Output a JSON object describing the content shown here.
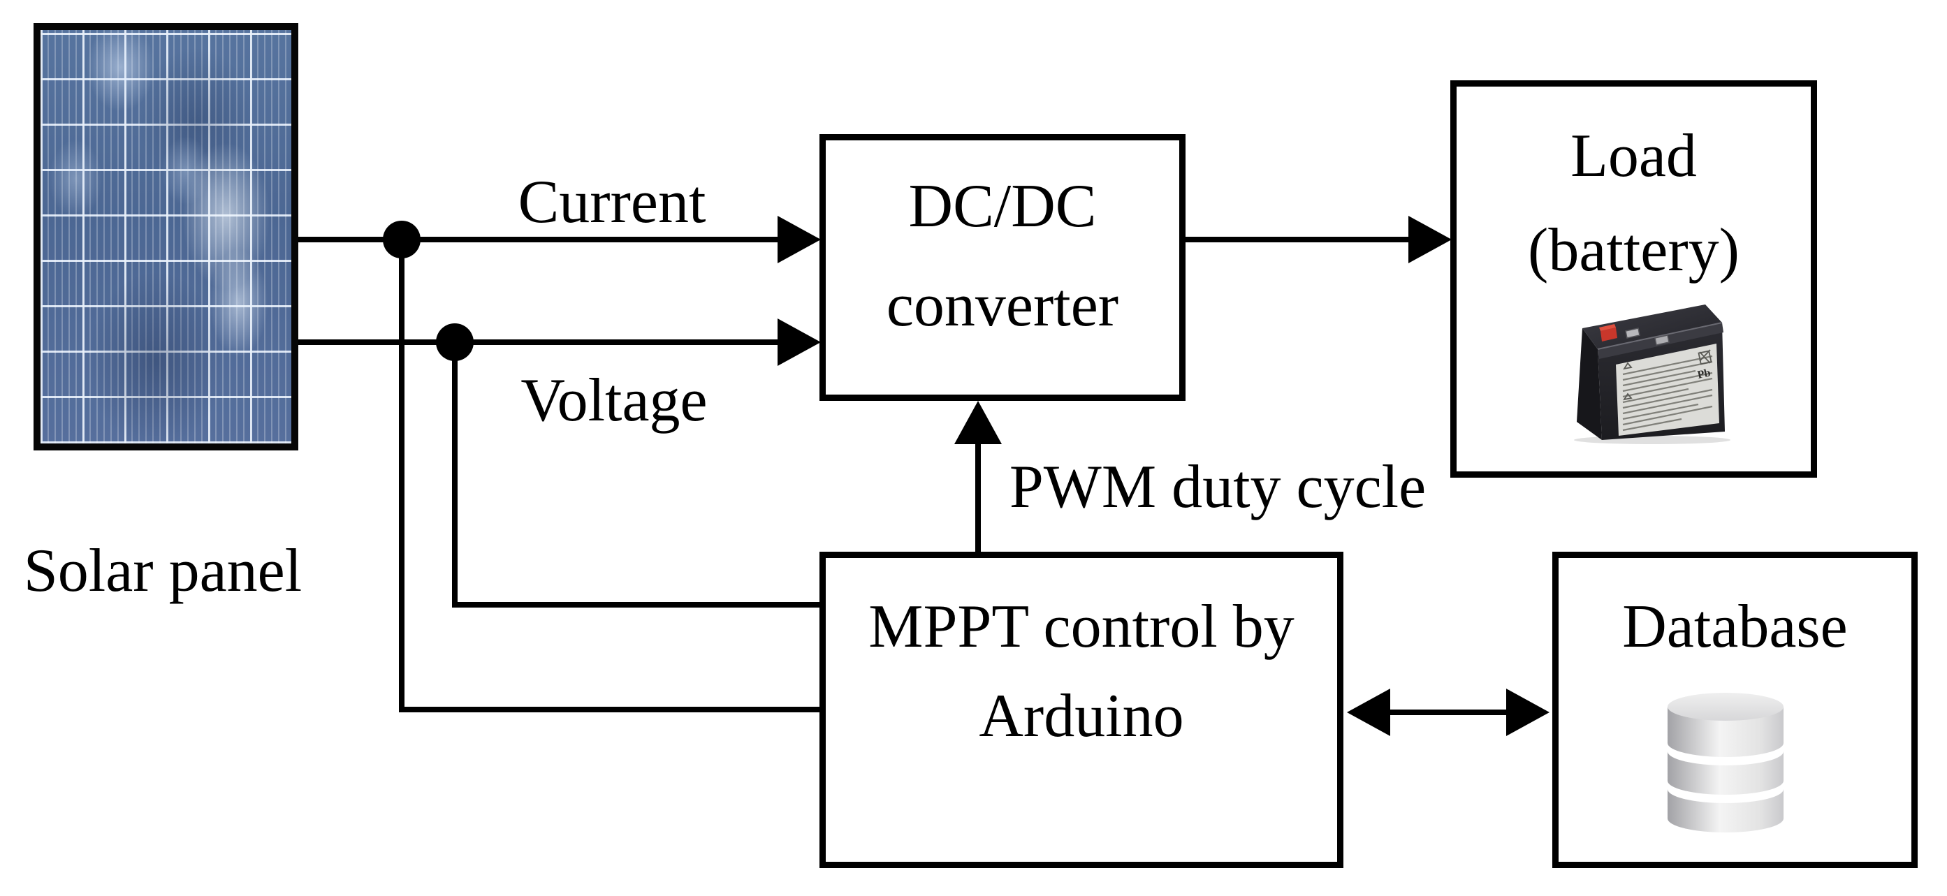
{
  "nodes": {
    "solar_panel": {
      "label": "Solar panel"
    },
    "dcdc_converter": {
      "line1": "DC/DC",
      "line2": "converter"
    },
    "load": {
      "line1": "Load",
      "line2": "(battery)"
    },
    "mppt": {
      "line1": "MPPT control by",
      "line2": "Arduino"
    },
    "database": {
      "label": "Database"
    }
  },
  "signals": {
    "current": "Current",
    "voltage": "Voltage",
    "pwm": "PWM duty cycle"
  },
  "icons": {
    "solar_panel": "solar-panel-photo",
    "battery": "battery-photo",
    "database": "database-cylinder-icon"
  },
  "colors": {
    "line": "#000000",
    "text": "#000000",
    "background": "#ffffff",
    "box_border": "#000000",
    "solar_panel_blue": "#52709e",
    "solar_grid_white": "#e4edf9",
    "database_gray_light": "#f2f2f2",
    "database_gray_dark": "#a7a7ab",
    "battery_body_dark": "#26262b",
    "battery_label_gray": "#dcdcd8",
    "battery_terminal_red": "#c8372b"
  }
}
